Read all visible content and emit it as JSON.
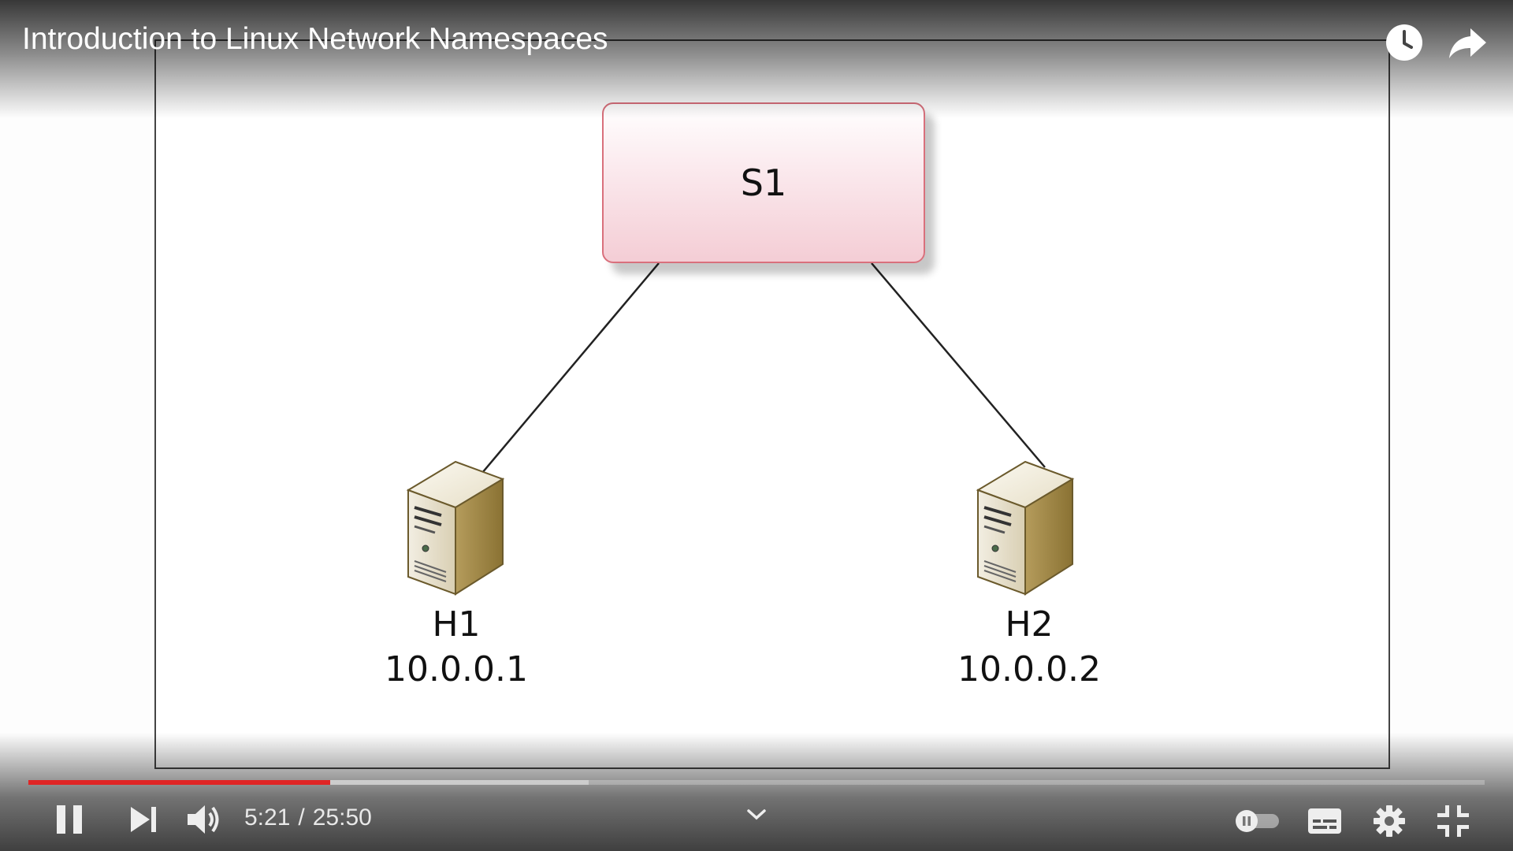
{
  "player": {
    "title": "Introduction to Linux Network Namespaces",
    "progress": {
      "played_fraction": 0.207,
      "buffered_fraction": 0.385
    },
    "time": {
      "current": "5:21",
      "separator": "/",
      "duration": "25:50"
    },
    "top_icons": [
      "watch-later-icon",
      "share-icon"
    ],
    "controls": [
      "pause-icon",
      "next-icon",
      "volume-icon",
      "chevron-down-icon",
      "autoplay-toggle-icon",
      "subtitles-icon",
      "settings-icon",
      "exit-fullscreen-icon"
    ],
    "colors": {
      "progress_played": "#e02525",
      "switch_border": "#d9707c"
    }
  },
  "slide": {
    "switch": {
      "label": "S1"
    },
    "hosts": [
      {
        "name": "H1",
        "ip": "10.0.0.1"
      },
      {
        "name": "H2",
        "ip": "10.0.0.2"
      }
    ]
  }
}
